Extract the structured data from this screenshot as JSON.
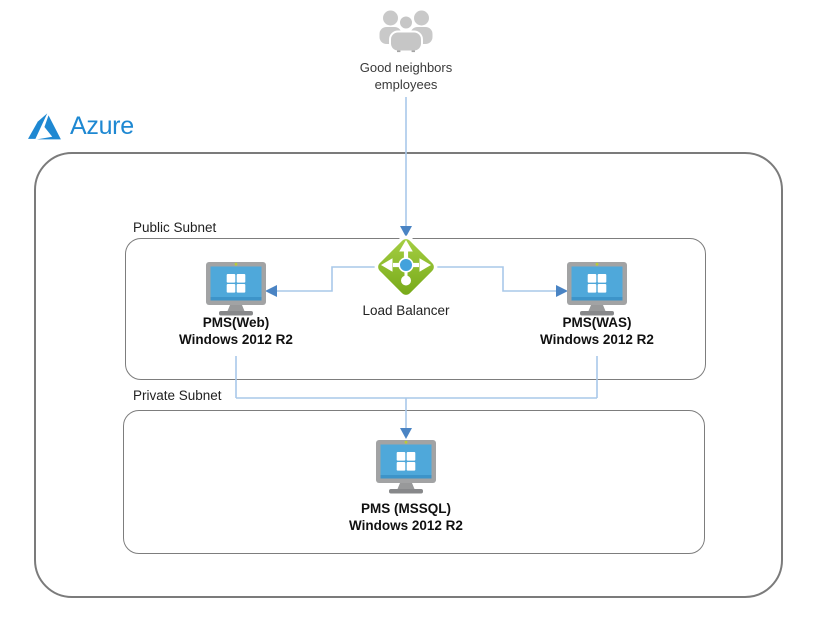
{
  "diagram": {
    "external_actor": {
      "icon": "people-group-icon",
      "line1": "Good neighbors",
      "line2": "employees"
    },
    "cloud": {
      "provider_label": "Azure"
    },
    "public_subnet": {
      "label": "Public Subnet"
    },
    "private_subnet": {
      "label": "Private Subnet"
    },
    "load_balancer": {
      "label": "Load Balancer"
    },
    "vms": [
      {
        "name": "PMS(Web)",
        "os": "Windows 2012 R2"
      },
      {
        "name": "PMS(WAS)",
        "os": "Windows 2012 R2"
      },
      {
        "name": "PMS (MSSQL)",
        "os": "Windows 2012 R2"
      }
    ],
    "colors": {
      "azure_blue": "#1e88d2",
      "connector_line": "#a9c8e9",
      "connector_arrow": "#4a84c4",
      "box_border": "#7b7b7b",
      "load_balancer_green": "#8ab928",
      "screen_blue": "#4fa8da",
      "monitor_gray": "#a2a3a4",
      "people_gray": "#c9c9c9"
    }
  }
}
